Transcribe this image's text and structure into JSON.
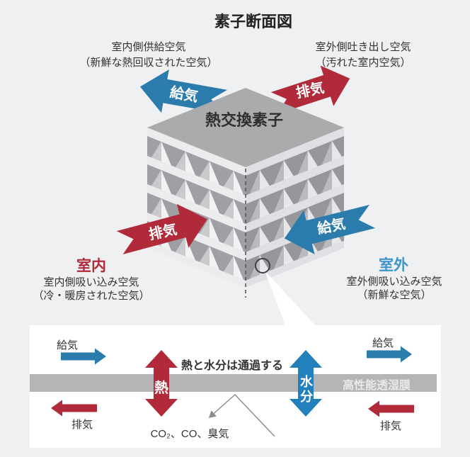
{
  "title": "素子断面図",
  "top_left_label": {
    "line1": "室内側供給空気",
    "line2": "（新鮮な熱回収された空気）"
  },
  "top_right_label": {
    "line1": "室外側吐き出し空気",
    "line2": "（汚れた室内空気）"
  },
  "element_label": "熱交換素子",
  "arrows": {
    "supply_out": "給気",
    "exhaust_out": "排気",
    "exhaust_in": "排気",
    "supply_in": "給気"
  },
  "indoor": {
    "title": "室内",
    "line1": "室内側吸い込み空気",
    "line2": "（冷・暖房された空気）"
  },
  "outdoor": {
    "title": "室外",
    "line1": "室外側吸い込み空気",
    "line2": "（新鮮な空気）"
  },
  "panel": {
    "supply_left": "給気",
    "exhaust_left": "排気",
    "supply_right": "給気",
    "exhaust_right": "排気",
    "heat": "熱",
    "moisture_char1": "水",
    "moisture_char2": "分",
    "pass_note": "熱と水分は通過する",
    "membrane": "高性能透湿膜",
    "blocked_gases": "CO₂、CO、臭気"
  },
  "colors": {
    "page_bg": "#eef0f2",
    "panel_bg": "#ffffff",
    "blue": "#2b7cad",
    "blue_bright": "#2280bd",
    "blue_text": "#4094c7",
    "red": "#b12a3a",
    "membrane_bar": "#b5b5b6",
    "text_dark": "#333333",
    "title_text": "#222222",
    "top_face": "#aaabad",
    "plate_left": "#ebecee",
    "plate_right": "#dfe0e3",
    "recess_left": "#9fa0a4",
    "recess_right": "#96979b",
    "tri_left": "#f2f2f3",
    "tri_right": "#e6e7e9",
    "facet_left": "#c9cacd",
    "facet_right": "#b9babd",
    "leader_grey": "#8b8b8b",
    "dash_grey": "#57585a",
    "circle_stroke": "#3f4043"
  }
}
